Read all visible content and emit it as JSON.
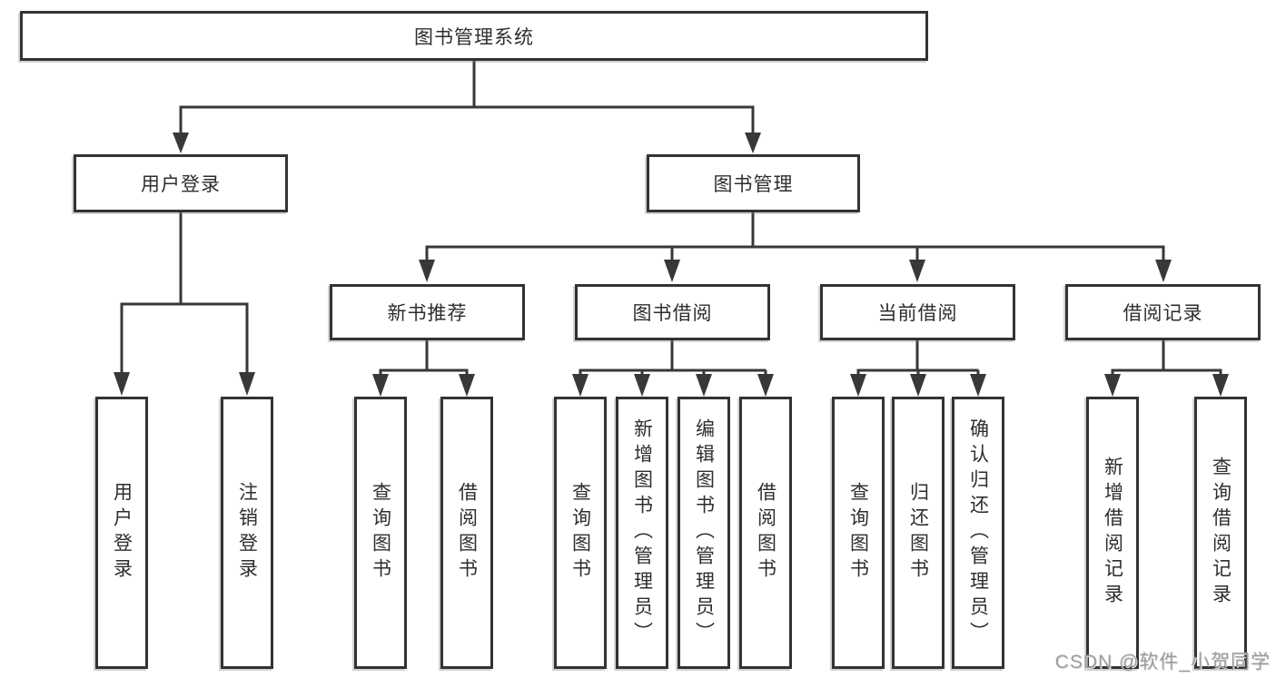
{
  "diagram": {
    "title": "图书管理系统",
    "root": "图书管理系统",
    "branches": [
      {
        "label": "用户登录",
        "children": [
          "用户登录",
          "注销登录"
        ]
      },
      {
        "label": "图书管理",
        "groups": [
          {
            "label": "新书推荐",
            "children": [
              "查询图书",
              "借阅图书"
            ]
          },
          {
            "label": "图书借阅",
            "children": [
              "查询图书",
              "新增图书（管理员）",
              "编辑图书（管理员）",
              "借阅图书"
            ]
          },
          {
            "label": "当前借阅",
            "children": [
              "查询图书",
              "归还图书",
              "确认归还（管理员）"
            ]
          },
          {
            "label": "借阅记录",
            "children": [
              "新增借阅记录",
              "查询借阅记录"
            ]
          }
        ]
      }
    ]
  },
  "watermark": {
    "text": "CSDN @软件_小贺同学"
  },
  "colors": {
    "line": "#383838",
    "box_border": "#333333",
    "text": "#2e2e2e",
    "background": "#ffffff",
    "watermark": "#9c9c9c"
  }
}
